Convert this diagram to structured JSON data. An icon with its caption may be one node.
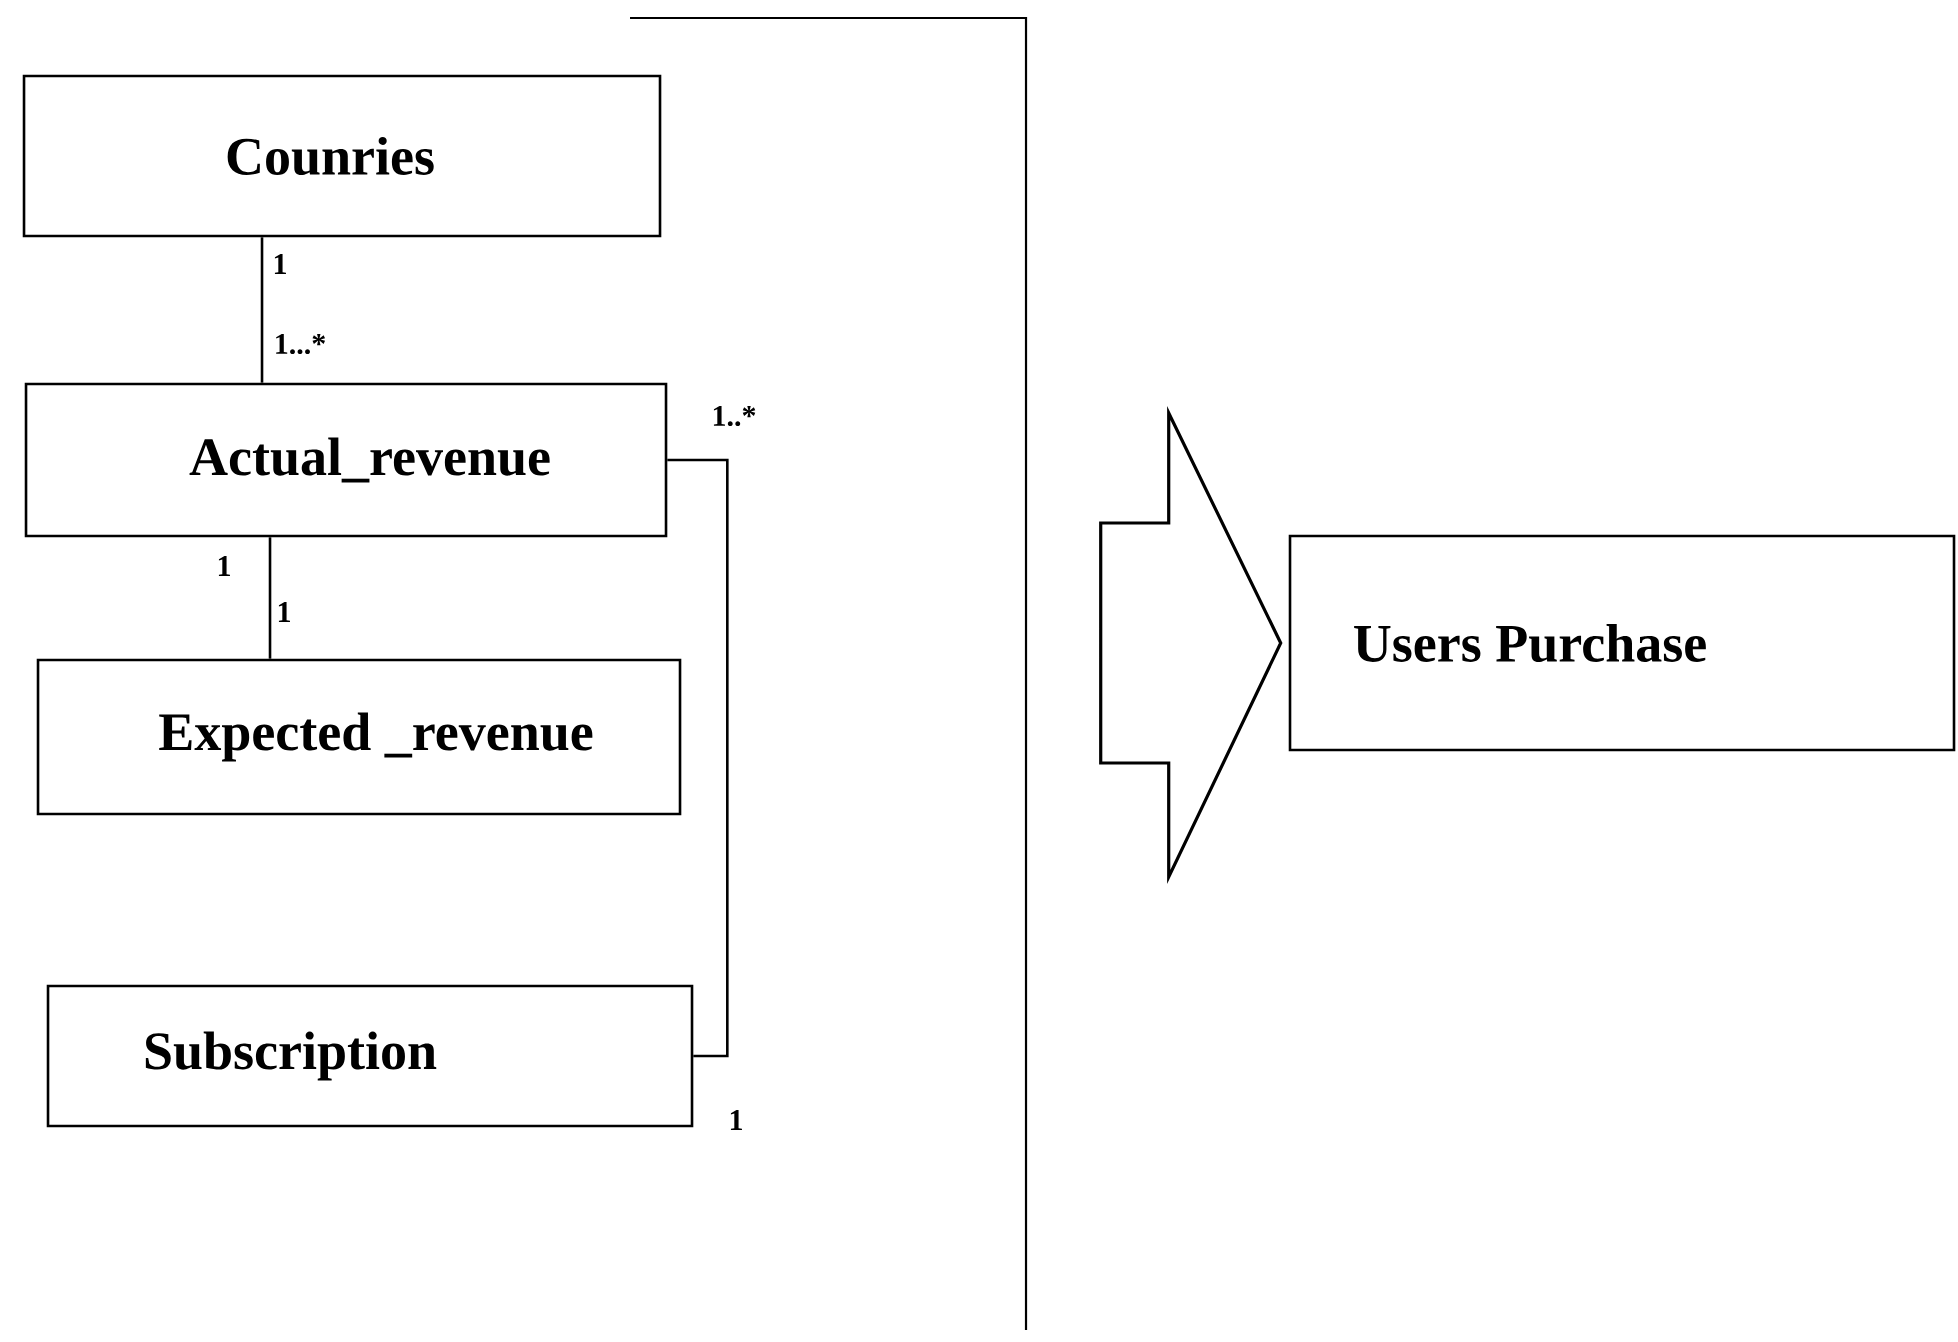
{
  "diagram": {
    "nodes": [
      {
        "text": [
          "Counries"
        ]
      },
      {
        "text": [
          "Actual_revenue"
        ]
      },
      {
        "text": [
          "Expected _revenue"
        ]
      },
      {
        "text": [
          "Subscription"
        ]
      },
      {
        "text": [
          "Users Purchase"
        ]
      }
    ],
    "edges": [
      {
        "from": 0,
        "to": 1,
        "arrow": "none"
      },
      {
        "from": 1,
        "to": 2,
        "arrow": "none"
      },
      {
        "from": 1,
        "to": 3,
        "arrow": "none"
      },
      {
        "from": null,
        "to": 4,
        "arrow": "to",
        "style": "thick"
      }
    ],
    "labels": [
      "1",
      "1...*",
      "1..*",
      "1",
      "1",
      "1"
    ]
  }
}
